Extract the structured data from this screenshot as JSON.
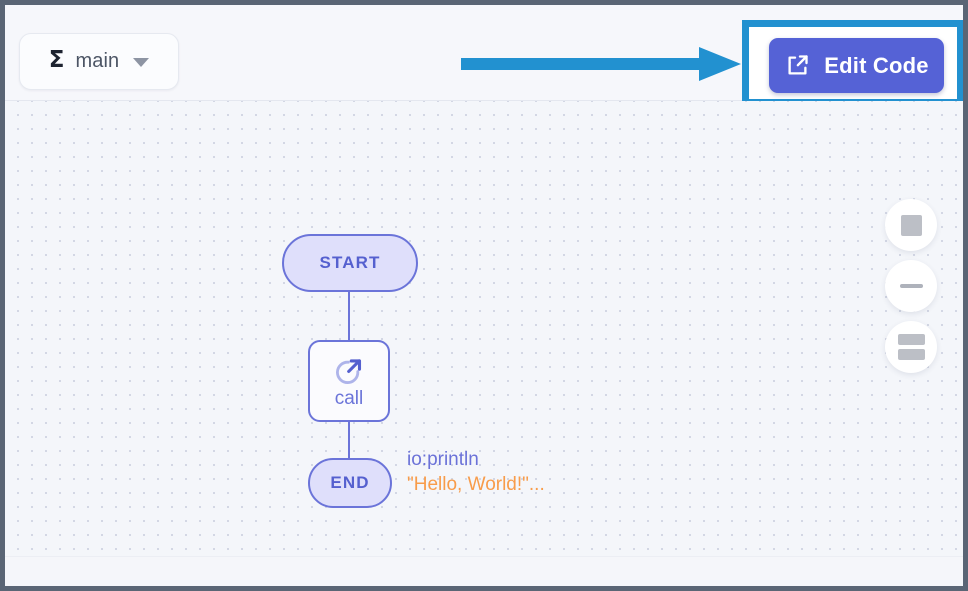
{
  "window": {
    "border_color": "#5a6575"
  },
  "toolbar": {
    "function_selector": {
      "icon": "sigma-icon",
      "glyph": "Σ",
      "label": "main",
      "chevron": "chevron-down-icon"
    },
    "edit_code": {
      "label": "Edit Code",
      "icon": "external-link-icon",
      "button_color": "#5562d6",
      "text_color": "#ffffff"
    }
  },
  "annotation": {
    "arrow": {
      "name": "pointer-arrow",
      "color": "#2291d0",
      "direction": "right",
      "points_to": "Edit Code"
    },
    "highlight": {
      "name": "highlight-box",
      "color": "#2291d0",
      "targets": "Edit Code"
    }
  },
  "canvas": {
    "background_color": "#f4f6fa",
    "dot_color": "#d3d7e4",
    "grid": "dotted"
  },
  "graph": {
    "nodes": [
      {
        "id": "start",
        "label": "START",
        "shape": "pill",
        "fill": "#dfdffb",
        "stroke": "#6b74d9"
      },
      {
        "id": "call",
        "label": "call",
        "shape": "rounded-square",
        "icon": "external-call-icon",
        "fill": "#fbfbfe",
        "stroke": "#6b74d9"
      },
      {
        "id": "end",
        "label": "END",
        "shape": "pill",
        "fill": "#dfdffb",
        "stroke": "#6b74d9"
      }
    ],
    "call_annotation": {
      "function": "io:println",
      "function_color": "#6b72d8",
      "argument": "\"Hello, World!\"...",
      "argument_color": "#f89c4a"
    }
  },
  "controls": [
    {
      "name": "fit-to-screen-button",
      "icon": "filled-square-icon"
    },
    {
      "name": "zoom-out-button",
      "icon": "minus-icon"
    },
    {
      "name": "layout-toggle-button",
      "icon": "stacked-bars-icon"
    }
  ]
}
